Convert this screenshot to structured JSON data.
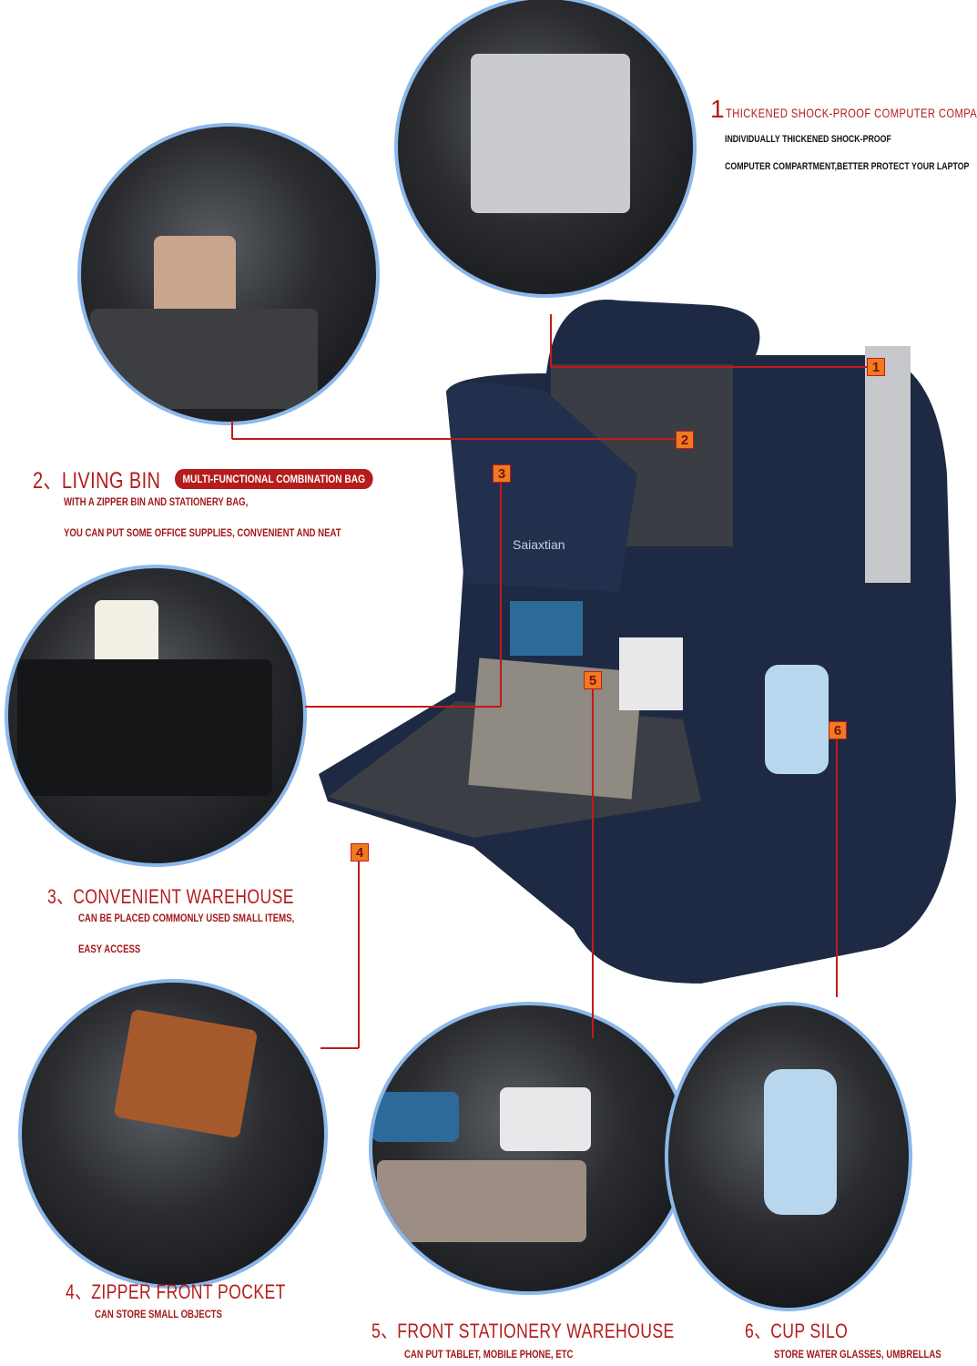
{
  "features": [
    {
      "number": "1",
      "title": "THICKENED SHOCK-PROOF COMPUTER COMPARTMENT",
      "lines": [
        "INDIVIDUALLY THICKENED SHOCK-PROOF",
        "COMPUTER COMPARTMENT,BETTER PROTECT YOUR LAPTOP"
      ]
    },
    {
      "number": "2",
      "title": "2、LIVING BIN",
      "badge": "MULTI-FUNCTIONAL COMBINATION BAG",
      "lines": [
        "WITH A ZIPPER BIN AND STATIONERY BAG,",
        "YOU CAN PUT SOME OFFICE SUPPLIES, CONVENIENT AND NEAT"
      ]
    },
    {
      "number": "3",
      "title": "3、CONVENIENT WAREHOUSE",
      "lines": [
        "CAN BE PLACED COMMONLY USED SMALL ITEMS,",
        "EASY ACCESS"
      ]
    },
    {
      "number": "4",
      "title": "4、ZIPPER FRONT POCKET",
      "lines": [
        "CAN STORE SMALL OBJECTS"
      ]
    },
    {
      "number": "5",
      "title": "5、FRONT STATIONERY WAREHOUSE",
      "lines": [
        "CAN PUT TABLET, MOBILE PHONE, ETC"
      ]
    },
    {
      "number": "6",
      "title": "6、CUP SILO",
      "lines": [
        "STORE WATER GLASSES, UMBRELLAS"
      ]
    }
  ],
  "brand_logo": "Saiaxtian",
  "colors": {
    "accent": "#b51c1c",
    "circle_border": "#8cb8ea",
    "bag": "#1e2a44",
    "marker": "#f07a1e"
  }
}
